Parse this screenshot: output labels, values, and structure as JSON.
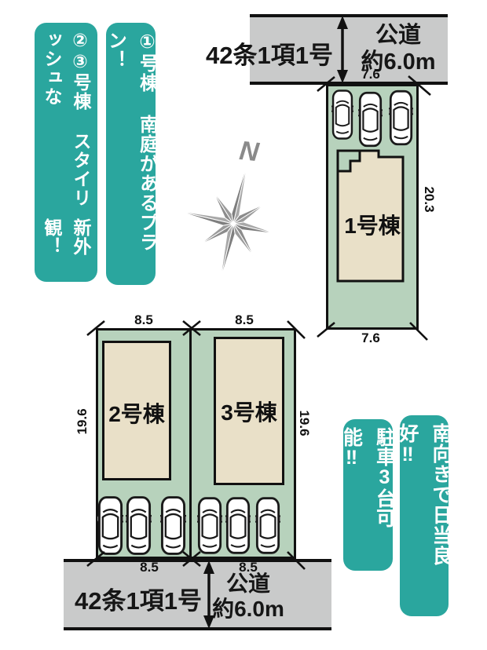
{
  "banners": {
    "stylish": {
      "line1": "②③号棟 スタイリッシュな",
      "line2": "新外観！"
    },
    "plan": {
      "text": "①号棟 南庭があるプラン！"
    },
    "parking": {
      "text": "駐車3台可能‼"
    },
    "south": {
      "text": "南向きで日当良好‼"
    }
  },
  "roads": {
    "top": {
      "regulation": "42条1項1号",
      "type": "公道",
      "width_label": "約6.0m"
    },
    "bottom": {
      "regulation": "42条1項1号",
      "type": "公道",
      "width_label": "約6.0m"
    }
  },
  "plots": {
    "plot1": {
      "building_label": "1号棟",
      "dim_top": "7.6",
      "dim_bottom": "7.6",
      "dim_right": "20.3",
      "car_count": 3
    },
    "plot2": {
      "building_label": "2号棟",
      "dim_top": "8.5",
      "dim_bottom": "8.5",
      "dim_left": "19.6",
      "car_count": 3
    },
    "plot3": {
      "building_label": "3号棟",
      "dim_top": "8.5",
      "dim_bottom": "8.5",
      "dim_right": "19.6",
      "car_count": 3
    }
  },
  "compass": {
    "label": "N"
  },
  "colors": {
    "banner_teal": "#2aa69e",
    "plot_green": "#b7d2bc",
    "building_beige": "#e9e0c8",
    "road_gray": "#c9caca",
    "line_black": "#111111",
    "compass_gray": "#8a8a8a"
  }
}
